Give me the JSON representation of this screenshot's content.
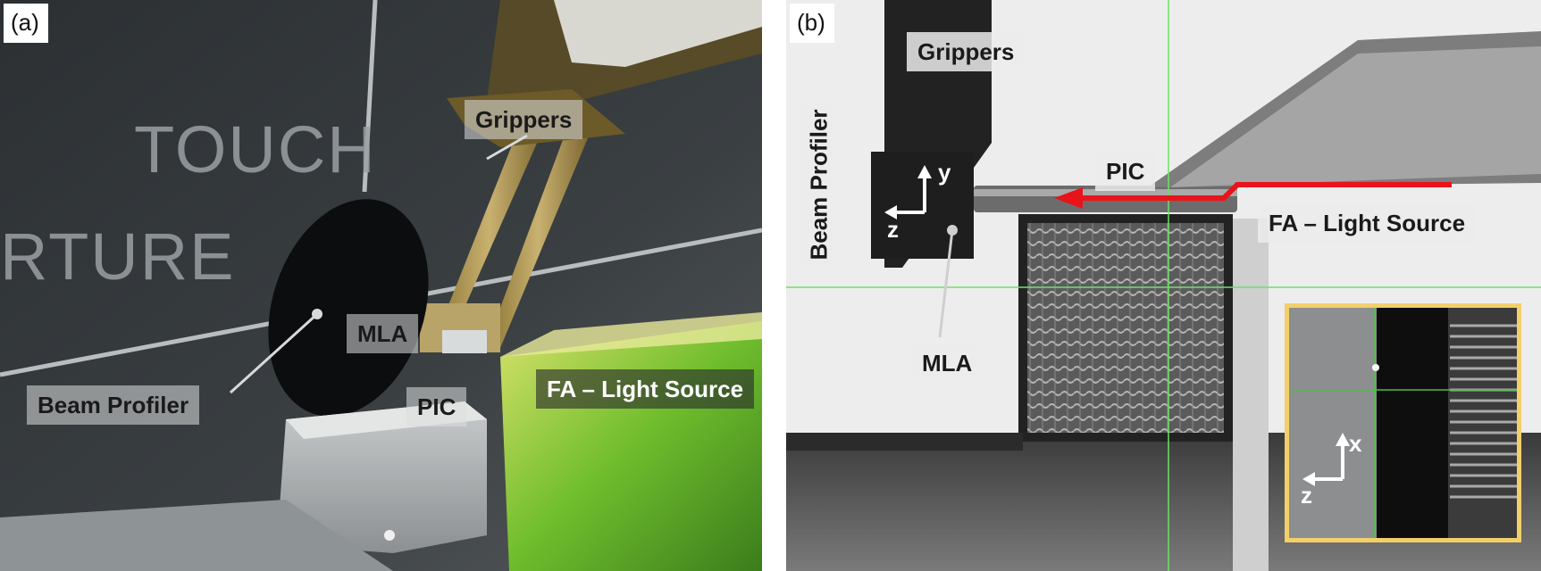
{
  "panel_a": {
    "label": "(a)",
    "engraved_line1": "TOUCH",
    "engraved_line2": "RTURE",
    "callouts": {
      "grippers": "Grippers",
      "mla": "MLA",
      "pic": "PIC",
      "fa_light_source": "FA – Light Source",
      "beam_profiler": "Beam Profiler"
    }
  },
  "panel_b": {
    "label": "(b)",
    "callouts": {
      "grippers": "Grippers",
      "beam_profiler": "Beam Profiler",
      "pic": "PIC",
      "fa_light_source": "FA – Light Source",
      "mla": "MLA"
    },
    "axes_main": {
      "vertical": "y",
      "horizontal": "z"
    },
    "axes_inset": {
      "vertical": "x",
      "horizontal": "z"
    }
  },
  "colors": {
    "beam_arrow": "#e8141a",
    "crosshair": "#6fe06a",
    "inset_border": "#f2cf6b",
    "fa_block": "#9fd23a"
  }
}
